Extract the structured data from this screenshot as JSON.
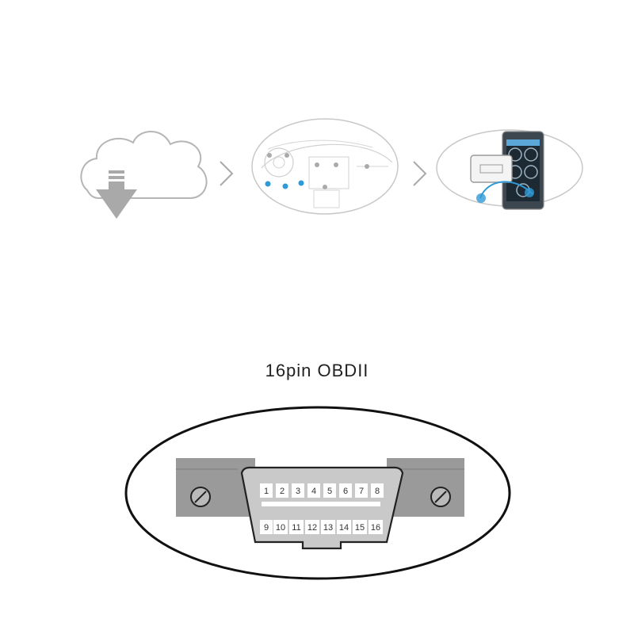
{
  "connector": {
    "title": "16pin OBDII",
    "top_row_pins": [
      "1",
      "2",
      "3",
      "4",
      "5",
      "6",
      "7",
      "8"
    ],
    "bottom_row_pins": [
      "9",
      "10",
      "11",
      "12",
      "13",
      "14",
      "15",
      "16"
    ]
  },
  "steps": [
    {
      "icon": "cloud-download-icon"
    },
    {
      "icon": "car-dashboard-icon"
    },
    {
      "icon": "phone-obd-adapter-icon"
    }
  ],
  "colors": {
    "line_gray": "#b5b5b5",
    "arrow_gray": "#a9a9a9",
    "accent_blue": "#2e9ad6",
    "connector_gray": "#9a9a9a",
    "pin_box": "#ffffff"
  }
}
